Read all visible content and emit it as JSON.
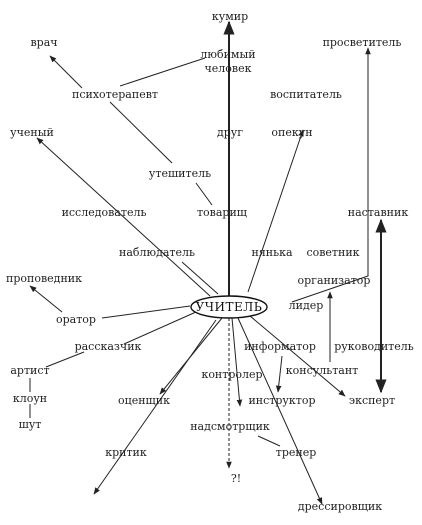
{
  "diagram": {
    "center": "УЧИТЕЛЬ",
    "labels": {
      "kumir": "кумир",
      "vrach": "врач",
      "lyubimyi": "любимый",
      "chelovek": "человек",
      "prosvetitel": "просветитель",
      "psikhoterapevt": "психотерапевт",
      "vospitatel": "воспитатель",
      "uchenyi": "ученый",
      "drug": "друг",
      "opekun": "опекун",
      "uteshitel": "утешитель",
      "issledovatel": "исследователь",
      "tovarishch": "товарищ",
      "nastavnik": "наставник",
      "nablyudatel": "наблюдатель",
      "nyanka": "нянька",
      "sovetnik": "советник",
      "propovednik": "проповедник",
      "organizator": "организатор",
      "lider": "лидер",
      "orator": "оратор",
      "rasskazchik": "рассказчик",
      "informator": "информатор",
      "rukovoditel": "руководитель",
      "artist": "артист",
      "konsultant": "консультант",
      "kontroler": "контролер",
      "klovn": "клоун",
      "otsenshchik": "оценщик",
      "instruktor": "инструктор",
      "ekspert": "эксперт",
      "shut": "шут",
      "nadsmotrshchik": "надсмотрщик",
      "kritik": "критик",
      "trener": "тренер",
      "question": "?!",
      "dressirovshchik": "дрессировщик"
    }
  }
}
